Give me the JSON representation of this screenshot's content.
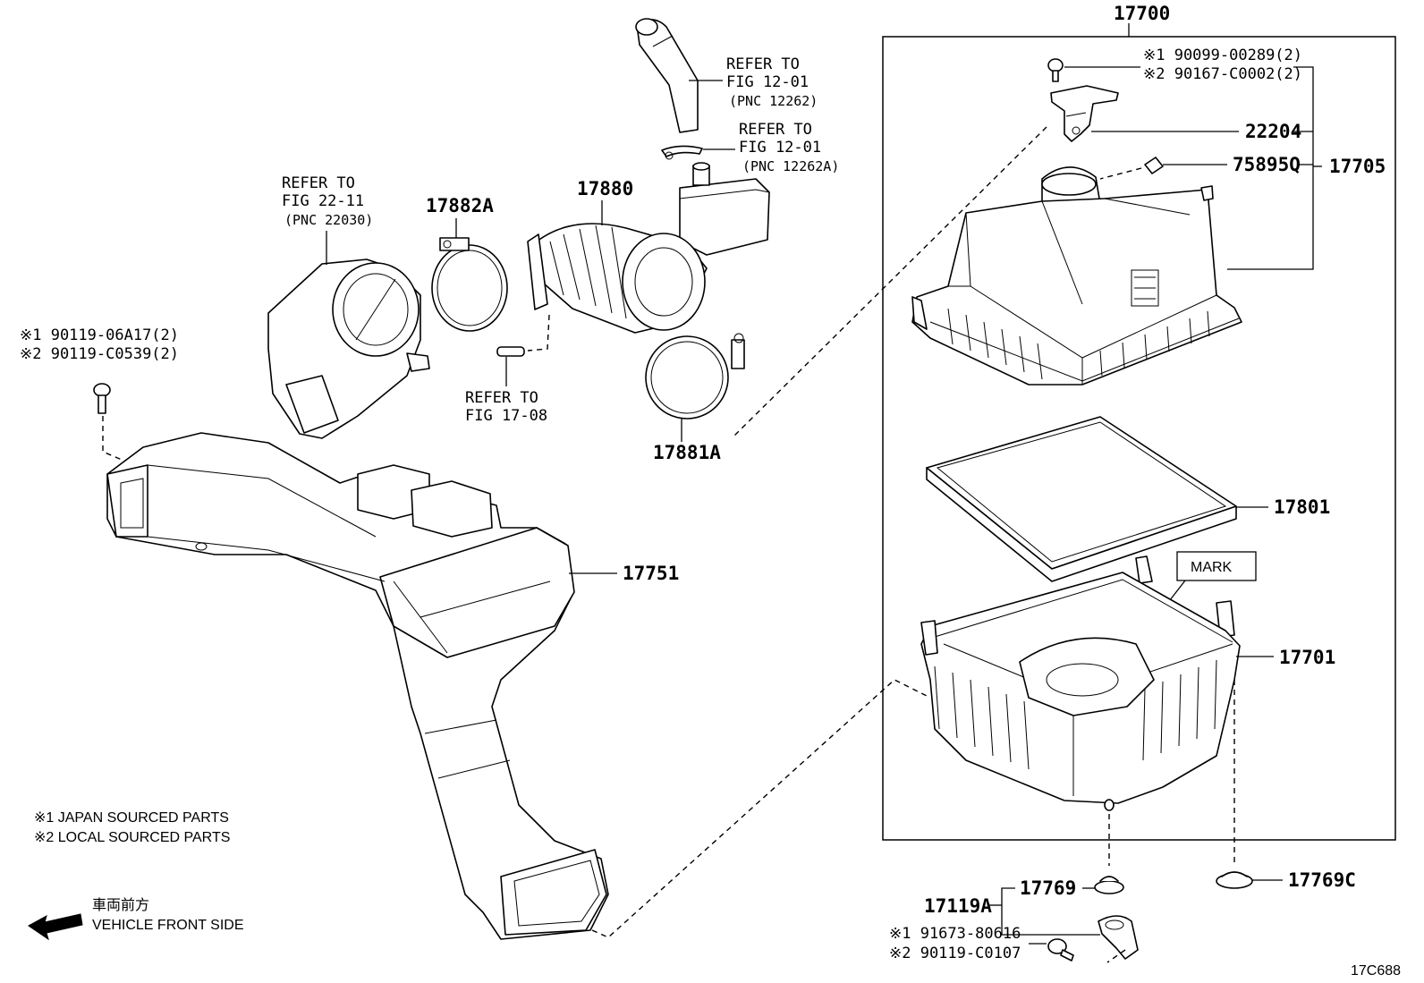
{
  "assembly": {
    "number": "17700",
    "box_label": "MARK"
  },
  "callouts": {
    "p17705": "17705",
    "p22204": "22204",
    "p75895q": "75895Q",
    "p17801": "17801",
    "p17701": "17701",
    "p17751": "17751",
    "p17880": "17880",
    "p17882a": "17882A",
    "p17881a": "17881A",
    "p17769": "17769",
    "p17769c": "17769C",
    "p17119a": "17119A"
  },
  "bolt_top_right": {
    "line1": "※1 90099-00289(2)",
    "line2": "※2 90167-C0002(2)"
  },
  "bolt_left": {
    "line1": "※1 90119-06A17(2)",
    "line2": "※2 90119-C0539(2)"
  },
  "bolt_bottom": {
    "line1": "※1 91673-80616",
    "line2": "※2 90119-C0107"
  },
  "refs": {
    "hose": {
      "l1": "REFER TO",
      "l2": "FIG 12-01",
      "l3": "(PNC 12262)"
    },
    "clip": {
      "l1": "REFER TO",
      "l2": "FIG 12-01",
      "l3": "(PNC 12262A)"
    },
    "throttle": {
      "l1": "REFER TO",
      "l2": "FIG 22-11",
      "l3": "(PNC 22030)"
    },
    "pipe": {
      "l1": "REFER TO",
      "l2": "FIG 17-08"
    }
  },
  "legend": {
    "line1": "※1  JAPAN SOURCED PARTS",
    "line2": "※2  LOCAL SOURCED PARTS"
  },
  "front": {
    "jp": "車両前方",
    "en": "VEHICLE FRONT SIDE",
    "arrow_icon": "arrow-left-icon"
  },
  "figure_code": "17C688"
}
